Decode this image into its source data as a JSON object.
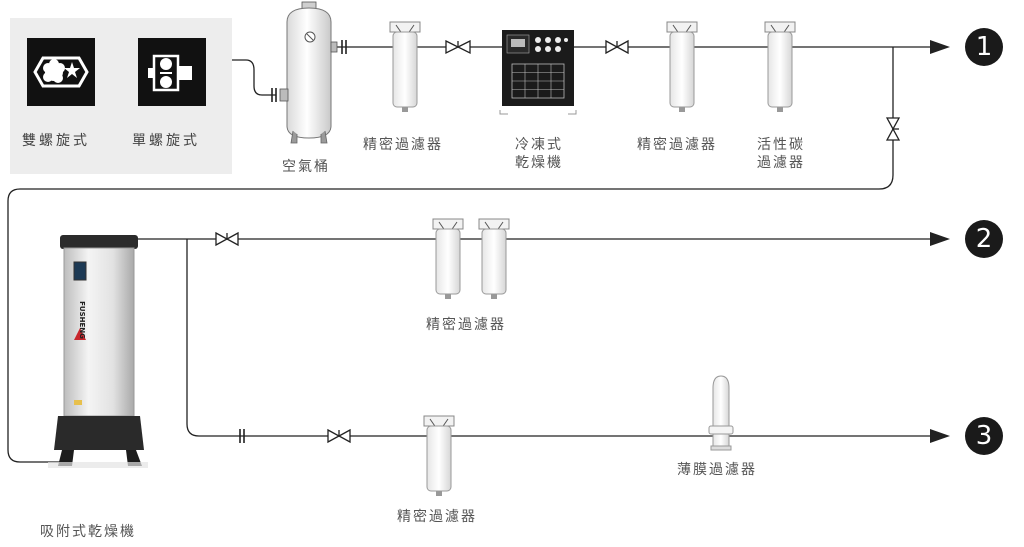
{
  "compressors": {
    "twin_screw": "雙螺旋式",
    "single_screw": "單螺旋式"
  },
  "labels": {
    "air_tank": "空氣桶",
    "precision_filter_1": "精密過濾器",
    "refrigerated_dryer_line1": "冷凍式",
    "refrigerated_dryer_line2": "乾燥機",
    "precision_filter_2": "精密過濾器",
    "carbon_filter_line1": "活性碳",
    "carbon_filter_line2": "過濾器",
    "precision_filter_line2": "精密過濾器",
    "membrane_filter": "薄膜過濾器",
    "precision_filter_line3": "精密過濾器",
    "adsorption_dryer": "吸附式乾燥機",
    "brand": "FUSHENG"
  },
  "outputs": [
    "1",
    "2",
    "3"
  ],
  "colors": {
    "line": "#222222",
    "badge": "#1a1a1a",
    "panel": "#ededed",
    "brand_red": "#c8262c"
  }
}
